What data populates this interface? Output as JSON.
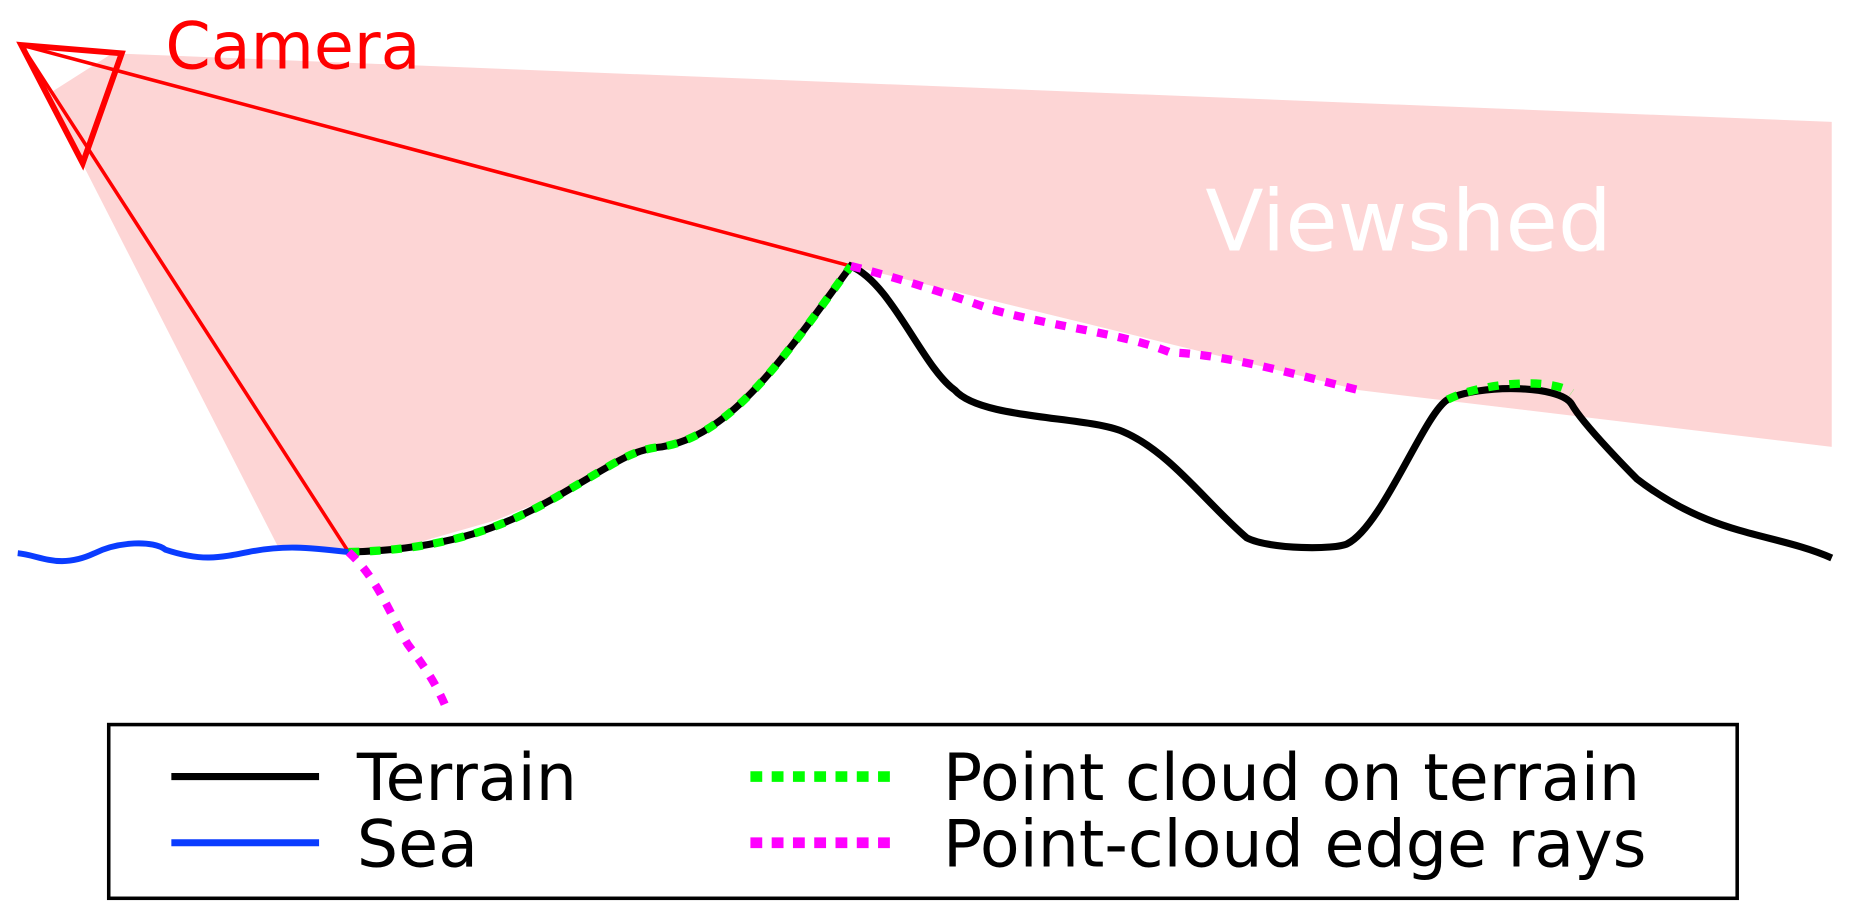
{
  "labels": {
    "camera": "Camera",
    "viewshed": "Viewshed"
  },
  "legend": {
    "items": [
      {
        "label": "Terrain",
        "color": "#000000",
        "style": "solid"
      },
      {
        "label": "Sea",
        "color": "#0a3cff",
        "style": "solid"
      },
      {
        "label": "Point cloud on terrain",
        "color": "#00ff00",
        "style": "dotted"
      },
      {
        "label": "Point-cloud edge rays",
        "color": "#ff00ff",
        "style": "dotted"
      }
    ]
  },
  "colors": {
    "camera": "#ff0000",
    "viewshed_fill": "#fdd5d5",
    "terrain": "#000000",
    "sea": "#0a3cff",
    "point_cloud": "#00ff00",
    "edge_rays": "#ff00ff"
  }
}
